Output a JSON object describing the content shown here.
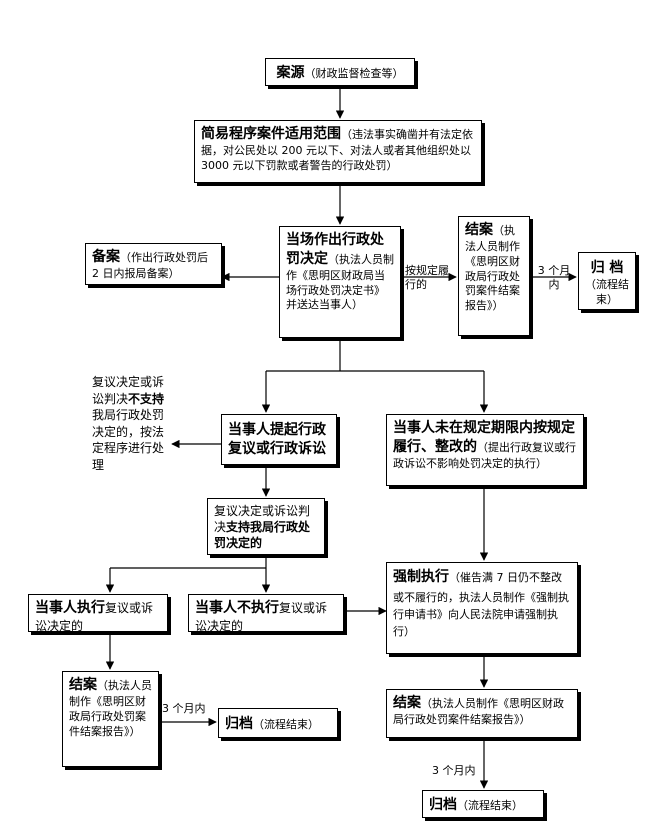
{
  "source": {
    "title": "案源",
    "detail": "（财政监督检查等）"
  },
  "simple": {
    "title": "简易程序案件适用范围",
    "detail": "（违法事实确凿并有法定依据，对公民处以 200 元以下、对法人或者其他组织处以 3000 元以下罚款或者警告的行政处罚）"
  },
  "onsite": {
    "title": "当场作出行政处罚决定",
    "detail": "（执法人员制作《思明区财政局当场行政处罚决定书》并送达当事人）"
  },
  "record": {
    "title": "备案",
    "detail": "（作出行政处罚后 2 日内报局备案）"
  },
  "close_top": {
    "title": "结案",
    "detail": "（执法人员制作《思明区财政局行政处罚案件结案报告》）"
  },
  "archive_top": {
    "title": "归 档",
    "detail": "（流程结束）"
  },
  "edge_labels": {
    "fulfilled": "按规定履行的",
    "three_months_a": "3 个月内",
    "three_months_b": "3 个月内",
    "three_months_c": "3 个月内"
  },
  "review": {
    "title": "当事人提起行政复议或行政诉讼"
  },
  "not_support": {
    "text_a": "复议决定或诉讼判决",
    "bold": "不支持",
    "text_b": "我局行政处罚决定的，按法定程序进行处理"
  },
  "support": {
    "text_a": "复议决定或诉讼判决",
    "bold": "支持我局行政处罚决定的"
  },
  "comply": {
    "bold": "当事人执行",
    "text": "复议或诉讼决定的"
  },
  "not_comply": {
    "bold": "当事人不执行",
    "text": "复议或诉讼决定的"
  },
  "close_left": {
    "title": "结案",
    "detail": "（执法人员制作《思明区财政局行政处罚案件结案报告》）"
  },
  "archive_left": {
    "title": "归档",
    "detail": "（流程结束）"
  },
  "overdue": {
    "title": "当事人未在规定期限内按规定履行、整改的",
    "detail": "（提出行政复议或行政诉讼不影响处罚决定的执行）"
  },
  "enforce": {
    "title": "强制执行",
    "detail": "（催告满 7 日仍不整改或不履行的，执法人员制作《强制执行申请书》向人民法院申请强制执行）"
  },
  "close_right": {
    "title": "结案",
    "detail": "（执法人员制作《思明区财政局行政处罚案件结案报告》）"
  },
  "archive_right": {
    "title": "归档",
    "detail": "（流程结束）"
  }
}
